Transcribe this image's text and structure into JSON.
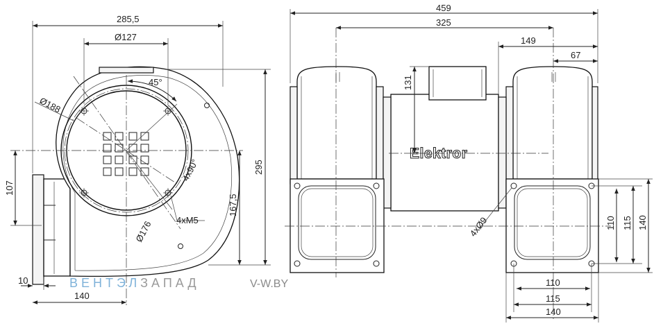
{
  "colors": {
    "line": "#222222",
    "brand_primary": "#7fb2d9",
    "brand_secondary": "#9a9a9a",
    "background": "#ffffff"
  },
  "watermark": {
    "part1": "ВЕНТ",
    "part2": "ЭЛ",
    "part3": "ЗАПАД",
    "url": "V-W.BY"
  },
  "motor_label": "Elektror",
  "front_view": {
    "width_overall": "285,5",
    "diameter_127": "Ø127",
    "diameter_188": "Ø188",
    "diameter_176": "Ø176",
    "angle_45": "45°",
    "angle_4x90": "4x90°",
    "thread": "4xM5",
    "height_107": "107",
    "height_295": "295",
    "height_167_5": "167,5",
    "offset_10": "10",
    "width_140": "140"
  },
  "side_view": {
    "length_459": "459",
    "length_325": "325",
    "length_149": "149",
    "length_67": "67",
    "height_131": "131",
    "holes": "4xØ9",
    "flange_110_h": "110",
    "flange_115_h": "115",
    "flange_140_h": "140",
    "flange_110_w": "110",
    "flange_115_w": "115",
    "flange_140_w": "140"
  }
}
